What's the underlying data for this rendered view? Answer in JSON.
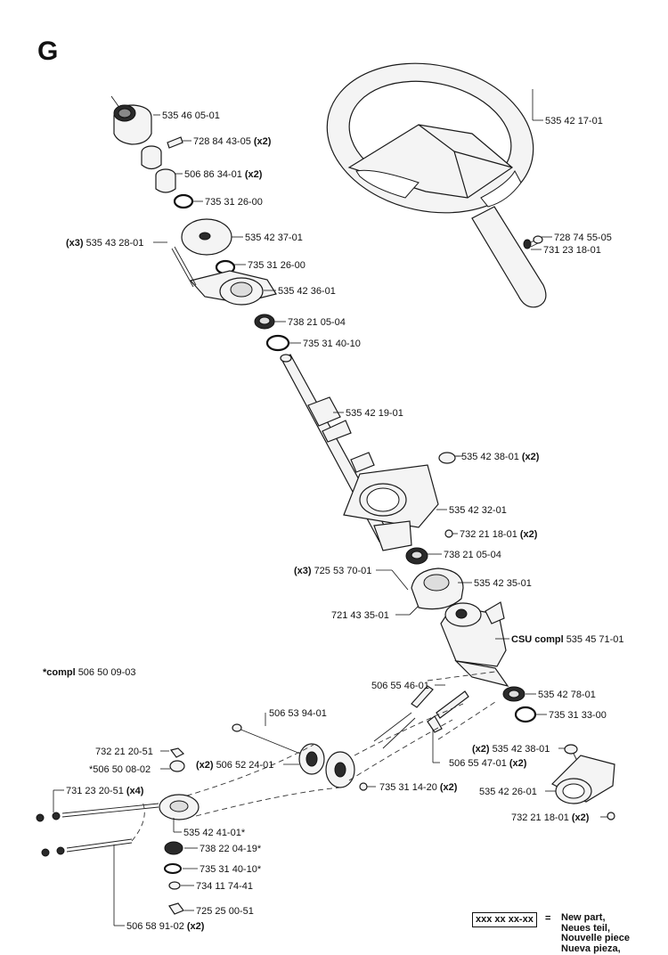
{
  "section": "G",
  "compl_note": {
    "prefix": "*compl",
    "number": "506 50 09-03"
  },
  "legend": {
    "key": "xxx xx xx-xx",
    "eq": "=",
    "lines": [
      "New part,",
      "Neues teil,",
      "Nouvelle piece",
      "Nueva pieza,"
    ]
  },
  "parts": [
    {
      "id": "p1",
      "pre": "",
      "num": "535 46 05-01",
      "post": "",
      "suffix": ""
    },
    {
      "id": "p2",
      "pre": "",
      "num": "728 84 43-05",
      "post": "(x2)",
      "suffix": ""
    },
    {
      "id": "p3",
      "pre": "",
      "num": "506 86 34-01",
      "post": "(x2)",
      "suffix": ""
    },
    {
      "id": "p4",
      "pre": "",
      "num": "735 31 26-00",
      "post": "",
      "suffix": ""
    },
    {
      "id": "p5",
      "pre": "",
      "num": "535 42 37-01",
      "post": "",
      "suffix": ""
    },
    {
      "id": "p6",
      "pre": "(x3)",
      "num": "535 43 28-01",
      "post": "",
      "suffix": ""
    },
    {
      "id": "p7",
      "pre": "",
      "num": "735 31 26-00",
      "post": "",
      "suffix": ""
    },
    {
      "id": "p8",
      "pre": "",
      "num": "535 42 36-01",
      "post": "",
      "suffix": ""
    },
    {
      "id": "p9",
      "pre": "",
      "num": "738 21 05-04",
      "post": "",
      "suffix": ""
    },
    {
      "id": "p10",
      "pre": "",
      "num": "735 31 40-10",
      "post": "",
      "suffix": ""
    },
    {
      "id": "p11",
      "pre": "",
      "num": "535 42 19-01",
      "post": "",
      "suffix": ""
    },
    {
      "id": "p12",
      "pre": "",
      "num": "535 42 17-01",
      "post": "",
      "suffix": ""
    },
    {
      "id": "p13",
      "pre": "",
      "num": "728 74 55-05",
      "post": "",
      "suffix": ""
    },
    {
      "id": "p14",
      "pre": "",
      "num": "731 23 18-01",
      "post": "",
      "suffix": ""
    },
    {
      "id": "p15",
      "pre": "",
      "num": "535 42 38-01",
      "post": "(x2)",
      "suffix": ""
    },
    {
      "id": "p16",
      "pre": "",
      "num": "535 42 32-01",
      "post": "",
      "suffix": ""
    },
    {
      "id": "p17",
      "pre": "",
      "num": "732 21 18-01",
      "post": "(x2)",
      "suffix": ""
    },
    {
      "id": "p18",
      "pre": "",
      "num": "738 21 05-04",
      "post": "",
      "suffix": ""
    },
    {
      "id": "p19",
      "pre": "(x3)",
      "num": "725 53 70-01",
      "post": "",
      "suffix": ""
    },
    {
      "id": "p20",
      "pre": "",
      "num": "535 42 35-01",
      "post": "",
      "suffix": ""
    },
    {
      "id": "p21",
      "pre": "",
      "num": "721 43 35-01",
      "post": "",
      "suffix": ""
    },
    {
      "id": "p22",
      "pre": "CSU compl",
      "num": "535 45 71-01",
      "post": "",
      "suffix": ""
    },
    {
      "id": "p23",
      "pre": "",
      "num": "506 55 46-01",
      "post": "",
      "suffix": ""
    },
    {
      "id": "p24",
      "pre": "",
      "num": "535 42 78-01",
      "post": "",
      "suffix": ""
    },
    {
      "id": "p25",
      "pre": "",
      "num": "735 31 33-00",
      "post": "",
      "suffix": ""
    },
    {
      "id": "p26",
      "pre": "",
      "num": "506 53 94-01",
      "post": "",
      "suffix": ""
    },
    {
      "id": "p27",
      "pre": "(x2)",
      "num": "535 42 38-01",
      "post": "",
      "suffix": ""
    },
    {
      "id": "p28",
      "pre": "",
      "num": "732 21 20-51",
      "post": "",
      "suffix": ""
    },
    {
      "id": "p29",
      "pre": "",
      "num": "*506 50 08-02",
      "post": "",
      "suffix": ""
    },
    {
      "id": "p30",
      "pre": "(x2)",
      "num": "506 52 24-01",
      "post": "",
      "suffix": ""
    },
    {
      "id": "p31",
      "pre": "",
      "num": "506 55 47-01",
      "post": "(x2)",
      "suffix": ""
    },
    {
      "id": "p32",
      "pre": "",
      "num": "535 42 26-01",
      "post": "",
      "suffix": ""
    },
    {
      "id": "p33",
      "pre": "",
      "num": "735 31 14-20",
      "post": "(x2)",
      "suffix": ""
    },
    {
      "id": "p34",
      "pre": "",
      "num": "731 23 20-51",
      "post": "(x4)",
      "suffix": ""
    },
    {
      "id": "p35",
      "pre": "",
      "num": "732 21 18-01",
      "post": "(x2)",
      "suffix": ""
    },
    {
      "id": "p36",
      "pre": "",
      "num": "535 42 41-01",
      "post": "",
      "suffix": "*"
    },
    {
      "id": "p37",
      "pre": "",
      "num": "738 22 04-19",
      "post": "",
      "suffix": "*"
    },
    {
      "id": "p38",
      "pre": "",
      "num": "735 31 40-10",
      "post": "",
      "suffix": "*"
    },
    {
      "id": "p39",
      "pre": "",
      "num": "734 11 74-41",
      "post": "",
      "suffix": ""
    },
    {
      "id": "p40",
      "pre": "",
      "num": "725 25 00-51",
      "post": "",
      "suffix": ""
    },
    {
      "id": "p41",
      "pre": "",
      "num": "506 58 91-02",
      "post": "(x2)",
      "suffix": ""
    }
  ]
}
